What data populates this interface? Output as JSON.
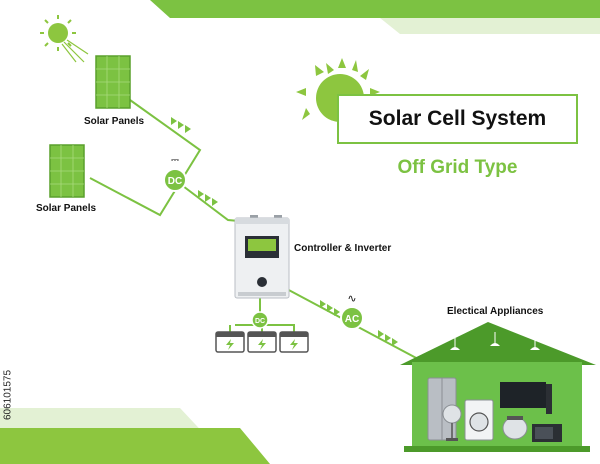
{
  "title": "Solar Cell System",
  "subtitle": "Off Grid Type",
  "labels": {
    "solar_panels_top": "Solar Panels",
    "solar_panels_bottom": "Solar Panels",
    "controller_inverter": "Controller & Inverter",
    "appliances": "Electical Appliances"
  },
  "badges": {
    "dc_main": "DC",
    "dc_battery": "DC",
    "ac": "AC"
  },
  "symbols": {
    "dc_symbol": "⎓",
    "ac_symbol": "∿"
  },
  "watermark_id": "606101575",
  "colors": {
    "accent_green": "#7cc242",
    "dark_green": "#4c9a2a",
    "sun_green": "#8dc63f",
    "house_green": "#6cc04a"
  },
  "icons": [
    "sun-icon",
    "solar-panel-icon",
    "inverter-icon",
    "battery-icon",
    "house-icon",
    "fridge-icon",
    "tv-icon",
    "washing-machine-icon",
    "fan-icon",
    "microwave-icon",
    "rice-cooker-icon",
    "lamp-icon"
  ]
}
